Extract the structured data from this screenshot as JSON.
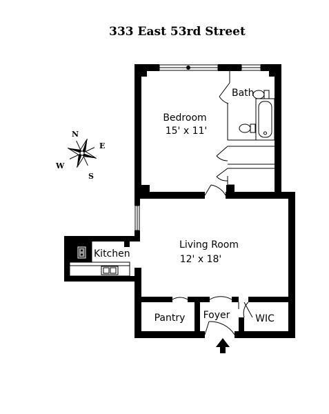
{
  "title": "333 East 53rd Street",
  "rooms": {
    "bedroom": {
      "name": "Bedroom",
      "size": "15' x 11'"
    },
    "bath": {
      "name": "Bath"
    },
    "living": {
      "name": "Living Room",
      "size": "12' x 18'"
    },
    "kitchen": {
      "name": "Kitchen"
    },
    "pantry": {
      "name": "Pantry"
    },
    "foyer": {
      "name": "Foyer"
    },
    "wic": {
      "name": "WIC"
    }
  },
  "compass": {
    "north": "N",
    "south": "S",
    "east": "E",
    "west": "W"
  },
  "colors": {
    "ink": "#000000",
    "paper": "#ffffff",
    "gray": "#9a9a9a"
  },
  "icons": [
    "compass-rose-icon",
    "entry-arrow-icon",
    "stove-icon",
    "sink-icon",
    "toilet-icon",
    "bathtub-icon"
  ]
}
